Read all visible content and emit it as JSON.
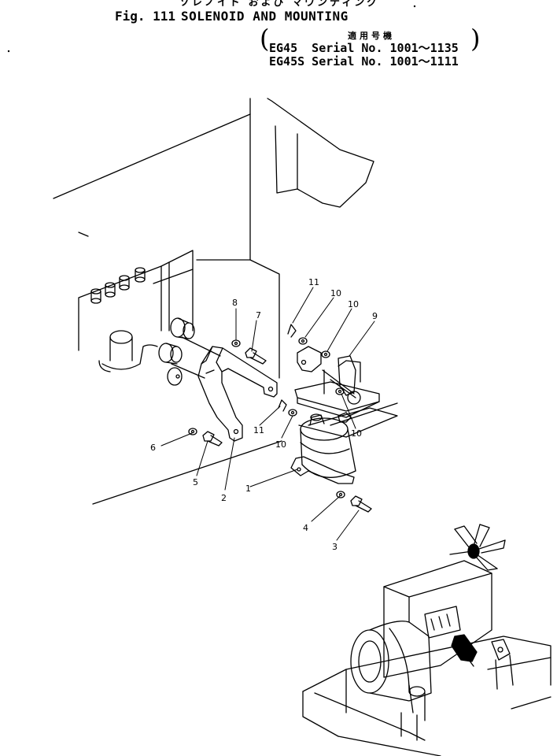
{
  "header": {
    "japanese_title": "ソレノイド および マウンティング",
    "figure_label": "Fig. 111",
    "figure_title": "SOLENOID AND MOUNTING",
    "applicability_label": "適用号機",
    "serial_ranges": [
      "EG45  Serial No. 1001～1135",
      "EG45S Serial No. 1001～1111"
    ]
  },
  "callouts": [
    "1",
    "2",
    "3",
    "4",
    "5",
    "6",
    "7",
    "8",
    "9",
    "10",
    "10",
    "10",
    "10",
    "11",
    "11"
  ]
}
